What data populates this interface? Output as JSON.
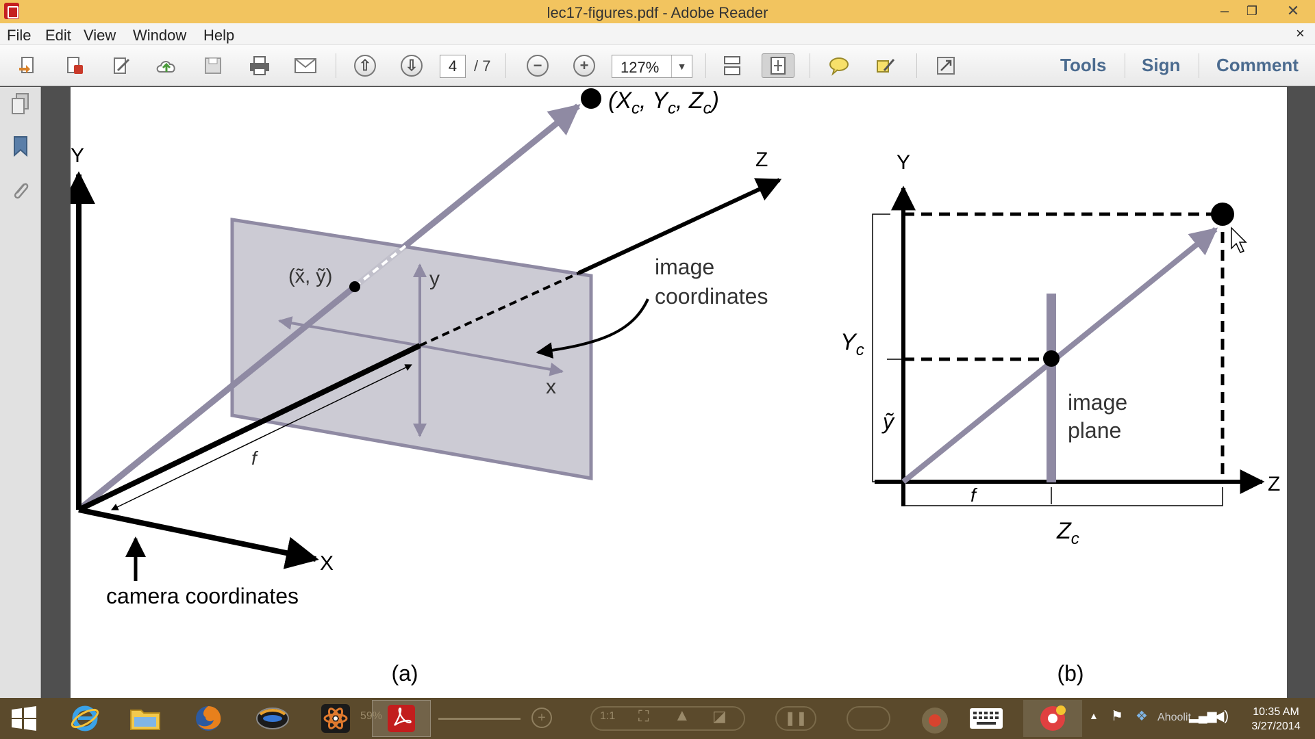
{
  "window": {
    "title": "lec17-figures.pdf - Adobe Reader",
    "minimize_glyph": "–",
    "restore_glyph": "❐",
    "close_glyph": "✕"
  },
  "menu": {
    "items": [
      "File",
      "Edit",
      "View",
      "Window",
      "Help"
    ],
    "close_glyph": "×"
  },
  "toolbar": {
    "page_current": "4",
    "page_total": "/ 7",
    "zoom": "127%",
    "tools_label": "Tools",
    "sign_label": "Sign",
    "comment_label": "Comment",
    "icons": [
      "create-pdf-icon",
      "export-pdf-icon",
      "edit-icon",
      "upload-icon",
      "save-icon",
      "print-icon",
      "email-icon",
      "previous-page-icon",
      "next-page-icon",
      "zoom-out-icon",
      "zoom-in-icon",
      "scroll-mode-icon",
      "fit-page-icon",
      "comment-bubble-icon",
      "highlight-icon",
      "full-screen-icon"
    ]
  },
  "left_panel": {
    "icons": [
      "pages-icon",
      "bookmark-icon",
      "attachment-icon"
    ]
  },
  "figure": {
    "a": {
      "top_point_label": "(X",
      "top_point_c": "c",
      "top_point_y": ", Y",
      "top_point_yc": "c",
      "top_point_z": ", Z",
      "top_point_zc": "c",
      "top_point_close": ")",
      "axis_y": "Y",
      "axis_z": "Z",
      "axis_x": "X",
      "image_point": "(x̃, ỹ)",
      "image_y": "y",
      "image_x": "x",
      "image_coordinates_1": "image",
      "image_coordinates_2": "coordinates",
      "focal": "f",
      "camera_coordinates": "camera coordinates",
      "caption": "(a)"
    },
    "b": {
      "axis_y": "Y",
      "axis_z": "Z",
      "yc_label": "Y",
      "yc_sub": "c",
      "ytilde_label": "ỹ",
      "image_plane_1": "image",
      "image_plane_2": "plane",
      "focal": "f",
      "zc_label": "Z",
      "zc_sub": "c",
      "caption": "(b)"
    }
  },
  "taskbar": {
    "apps": [
      "start-icon",
      "internet-explorer-icon",
      "file-explorer-icon",
      "firefox-icon",
      "eye-app-icon",
      "atom-app-icon",
      "adobe-reader-icon"
    ],
    "zoom_percent": "59%",
    "tray_text": "Ahoolit",
    "time": "10:35 AM",
    "date": "3/27/2014"
  },
  "colors": {
    "titlebar": "#f2c45f",
    "toolbar_link": "#4b6b8f",
    "taskbar": "#5b4a2c",
    "figure_gray": "#8f8aa3",
    "plane_fill": "#c7c5cf"
  }
}
